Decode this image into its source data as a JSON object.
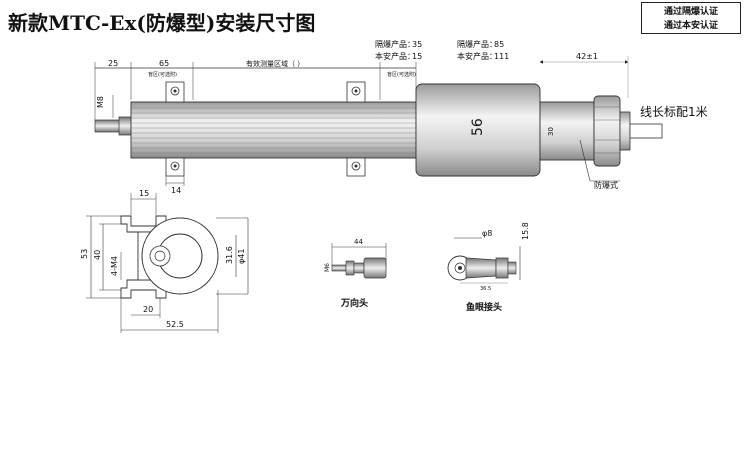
{
  "title": "新款MTC-Ex(防爆型)安装尺寸图",
  "cert": [
    "通过隔爆认证",
    "通过本安认证"
  ],
  "table": {
    "left": [
      {
        "label": "隔爆产品：",
        "value": "35"
      },
      {
        "label": "本安产品：",
        "value": "15"
      }
    ],
    "right": [
      {
        "label": "隔爆产品：",
        "value": "85"
      },
      {
        "label": "本安产品：",
        "value": "111"
      }
    ]
  },
  "top_view": {
    "dim_25": "25",
    "dim_65": "65",
    "effective_range": "有效测量区域（     ）",
    "dead_zone_left": "盲区(可选附)",
    "dead_zone_right": "盲区(可选附)",
    "dim_42": "42±1",
    "thread": "M8",
    "dim_14": "14",
    "body_dia": "56",
    "body_dia2": "30",
    "cable_label": "线长标配1米",
    "explosion_label": "防爆式"
  },
  "side_view": {
    "dim_15": "15",
    "dim_53": "53",
    "dim_40": "40",
    "dim_4m4": "4-M4",
    "dim_31_6": "31.6",
    "dim_41": "φ41",
    "dim_20": "20",
    "dim_52_5": "52.5"
  },
  "universal_joint": {
    "label": "万向头",
    "dim_44": "44",
    "dim_m6": "M6"
  },
  "fisheye": {
    "label": "鱼眼接头",
    "dim_8": "φ8",
    "dim_15_8": "15.8",
    "dim_36_5": "36.5"
  }
}
